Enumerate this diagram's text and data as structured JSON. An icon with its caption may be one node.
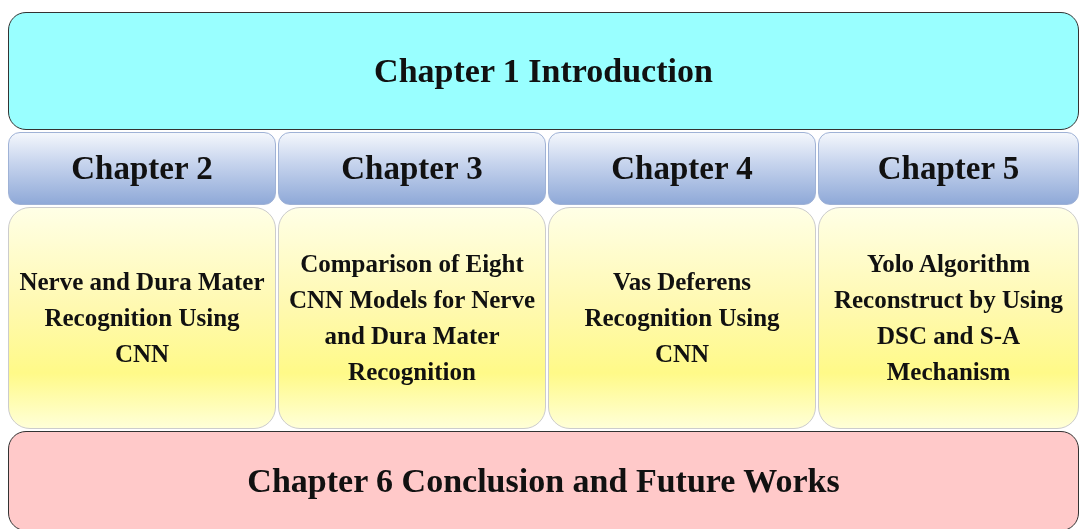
{
  "diagram": {
    "nodes": [
      {
        "text": [
          "Chapter 1 Introduction"
        ]
      },
      {
        "text": [
          "Chapter 2"
        ]
      },
      {
        "text": [
          "Chapter 3"
        ]
      },
      {
        "text": [
          "Chapter 4"
        ]
      },
      {
        "text": [
          "Chapter 5"
        ]
      },
      {
        "text": [
          "Nerve and Dura Mater Recognition Using CNN"
        ]
      },
      {
        "text": [
          "Comparison of Eight CNN Models for Nerve and Dura Mater Recognition"
        ]
      },
      {
        "text": [
          "Vas Deferens Recognition Using CNN"
        ]
      },
      {
        "text": [
          "Yolo Algorithm Reconstruct by Using DSC and S-A Mechanism"
        ]
      },
      {
        "text": [
          "Chapter 6 Conclusion and Future Works"
        ]
      }
    ],
    "edges": []
  }
}
